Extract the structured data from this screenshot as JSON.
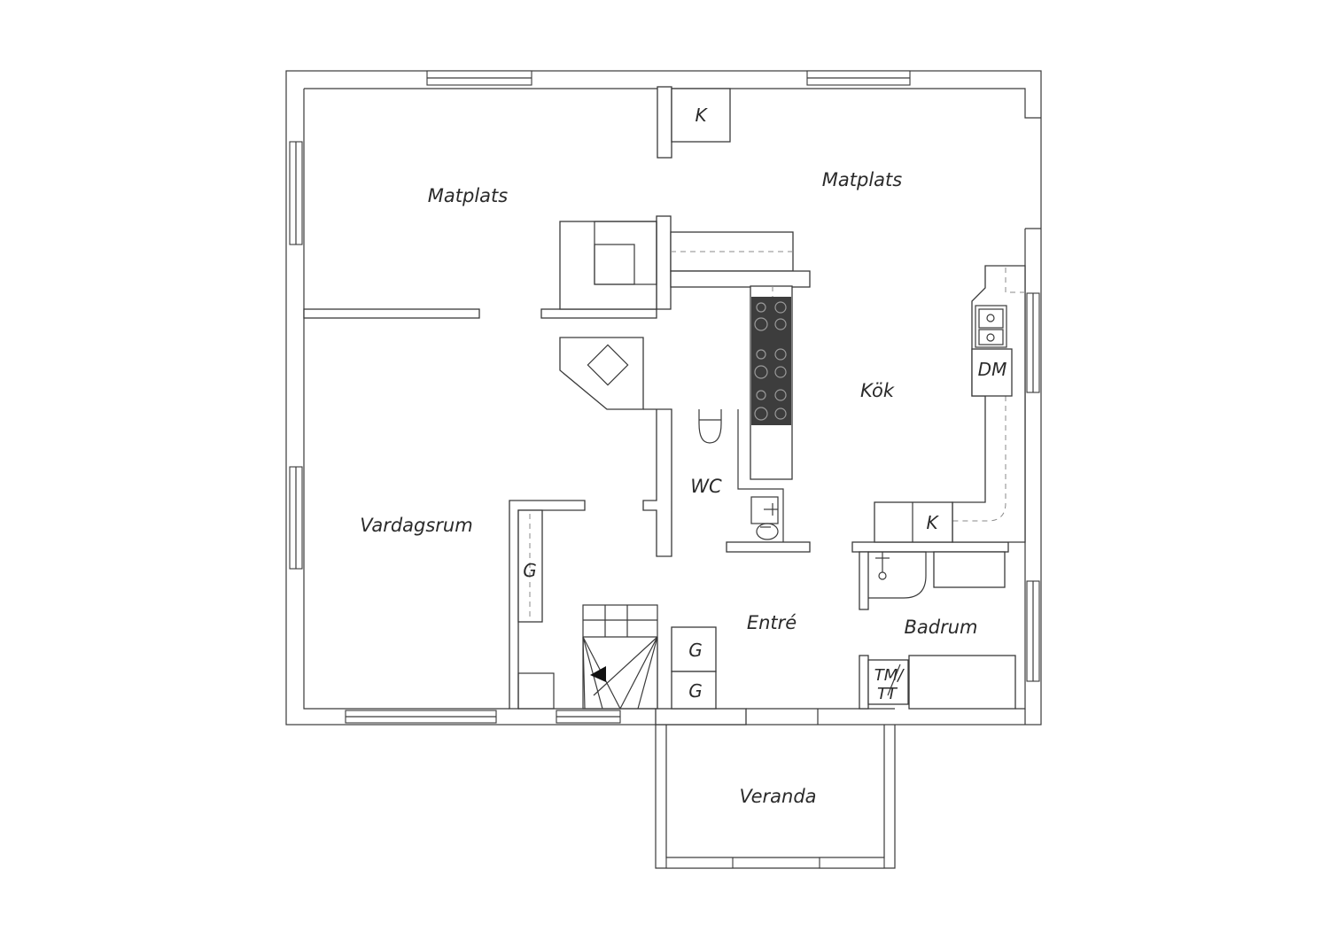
{
  "colors": {
    "line": "#3a3a3a",
    "stove": "#3d3d3d",
    "dash": "#8a8a8a"
  },
  "rooms": {
    "matplats_left": "Matplats",
    "matplats_right": "Matplats",
    "kok": "Kök",
    "vardagsrum": "Vardagsrum",
    "wc": "WC",
    "entre": "Entré",
    "badrum": "Badrum",
    "veranda": "Veranda"
  },
  "fixtures": {
    "k_top": "K",
    "k_kitchen": "K",
    "dm": "DM",
    "g_left": "G",
    "g_upper": "G",
    "g_lower": "G",
    "tm_line1": "TM/",
    "tm_line2": "TT"
  }
}
